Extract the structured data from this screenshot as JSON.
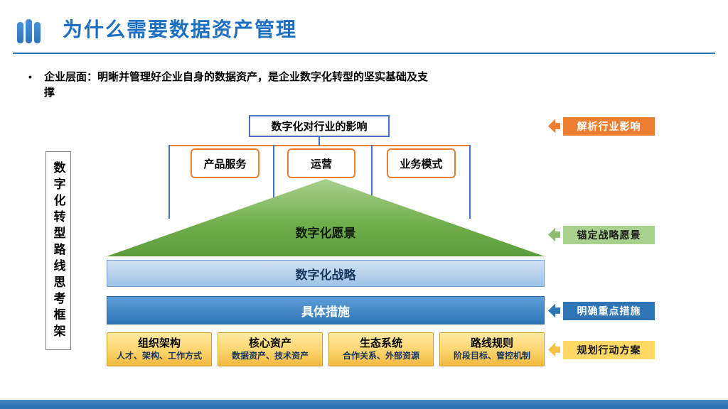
{
  "header": {
    "title": "为什么需要数据资产管理",
    "bullet_marker": "•",
    "bullet": "企业层面：明晰并管理好企业自身的数据资产，是企业数字化转型的坚实基础及支撑"
  },
  "left_panel": {
    "label": "数字化转型路线思考框架"
  },
  "diagram": {
    "top_box": "数字化对行业的影响",
    "impact_boxes": [
      "产品服务",
      "运营",
      "业务模式"
    ],
    "vision_label": "数字化愿景",
    "strategy_label": "数字化战略",
    "measures_label": "具体措施",
    "bottom_boxes": [
      {
        "title": "组织架构",
        "subtitle": "人才、架构、工作方式"
      },
      {
        "title": "核心资产",
        "subtitle": "数据资产、技术资产"
      },
      {
        "title": "生态系统",
        "subtitle": "合作关系、外部资源"
      },
      {
        "title": "路线规则",
        "subtitle": "阶段目标、管控机制"
      }
    ]
  },
  "callouts": [
    {
      "label": "解析行业影响",
      "bg": "#ED7D31",
      "fg": "#FFFFFF"
    },
    {
      "label": "锚定战略愿景",
      "bg": "#A9D18E",
      "fg": "#1A1A1A"
    },
    {
      "label": "明确重点措施",
      "bg": "#2E75B6",
      "fg": "#FFFFFF"
    },
    {
      "label": "规划行动方案",
      "bg": "#FFD966",
      "fg": "#1A1A1A"
    }
  ],
  "colors": {
    "title_blue": "#1D6FC1",
    "divider_blue": "#2E74B5",
    "connector_orange": "#ED7D31",
    "connector_blue": "#4472C4",
    "triangle_green": "#6FAE4A",
    "strategy_bar_blue": "#9DC3E6",
    "measures_bar_blue": "#2E75B6",
    "gold": "#FFD966",
    "footer_blue": "#2E75B6"
  }
}
